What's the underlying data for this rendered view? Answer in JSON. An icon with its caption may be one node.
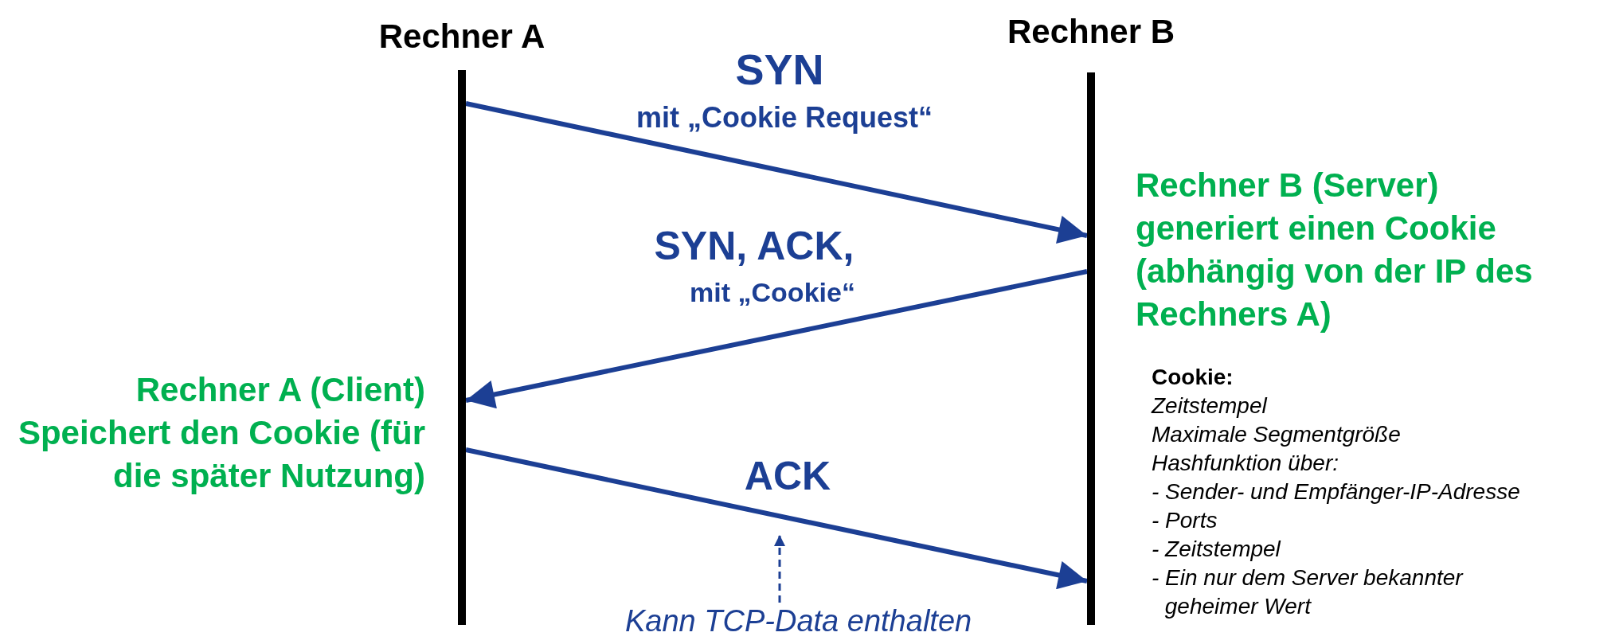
{
  "diagram": {
    "nodes": [
      {
        "text": [
          "Rechner A"
        ]
      },
      {
        "text": [
          "Rechner B"
        ]
      },
      {
        "text": [
          "Kann TCP-Data enthalten"
        ]
      }
    ],
    "edges": [
      {
        "from": 0,
        "to": 1,
        "arrow": "to",
        "label": "SYN"
      },
      {
        "from": 1,
        "to": 0,
        "arrow": "to",
        "label": "SYN, ACK,"
      },
      {
        "from": 0,
        "to": 1,
        "arrow": "to",
        "label": "ACK"
      },
      {
        "from": 2,
        "to": null,
        "arrow": "to",
        "style": "dashed"
      }
    ],
    "labels": [
      "mit „Cookie Request“",
      "Rechner B (Server) generiert einen Cookie (abhängig von der IP des Rechners A)",
      "mit „Cookie“",
      "Rechner A (Client) Speichert den Cookie (für die später Nutzung)",
      "Cookie:",
      "Zeitstempel",
      "Maximale Segmentgröße",
      "Hashfunktion über:",
      "- Sender- und Empfänger-IP-Adresse",
      "- Ports",
      "- Zeitstempel",
      "- Ein nur dem Server bekannter geheimer Wert"
    ]
  }
}
